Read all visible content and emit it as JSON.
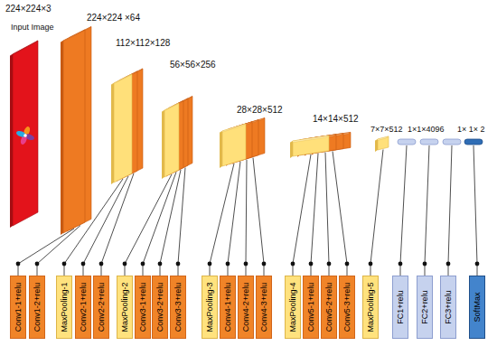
{
  "diagram": {
    "nodes": [
      {
        "text": [
          "Conv1-1+relu"
        ]
      },
      {
        "text": [
          "Conv1-2+relu"
        ]
      },
      {
        "text": [
          "MaxPooling-1"
        ]
      },
      {
        "text": [
          "Conv2-1+relu"
        ]
      },
      {
        "text": [
          "Conv2-2+relu"
        ]
      },
      {
        "text": [
          "MaxPooling-2"
        ]
      },
      {
        "text": [
          "Conv3-1+relu"
        ]
      },
      {
        "text": [
          "Conv3-2+relu"
        ]
      },
      {
        "text": [
          "Conv3-3+relu"
        ]
      },
      {
        "text": [
          "MaxPooling-3"
        ]
      },
      {
        "text": [
          "Conv4-1+relu"
        ]
      },
      {
        "text": [
          "Conv4-2+relu"
        ]
      },
      {
        "text": [
          "Conv4-3+relu"
        ]
      },
      {
        "text": [
          "MaxPooling-4"
        ]
      },
      {
        "text": [
          "Conv5-1+relu"
        ]
      },
      {
        "text": [
          "Conv5-2+relu"
        ]
      },
      {
        "text": [
          "Conv5-3+relu"
        ]
      },
      {
        "text": [
          "MaxPooling-5"
        ]
      },
      {
        "text": [
          "FC1+relu"
        ]
      },
      {
        "text": [
          "FC2+relu"
        ]
      },
      {
        "text": [
          "FC3+relu"
        ]
      },
      {
        "text": [
          "SoftMax"
        ]
      }
    ],
    "labels": [
      "224×224×3",
      "Input Image",
      "224×224 ×64",
      "112×112×128",
      "56×56×256",
      "28×28×512",
      "14×14×512",
      "7×7×512",
      "1×1×4096",
      "1× 1× 2"
    ]
  }
}
